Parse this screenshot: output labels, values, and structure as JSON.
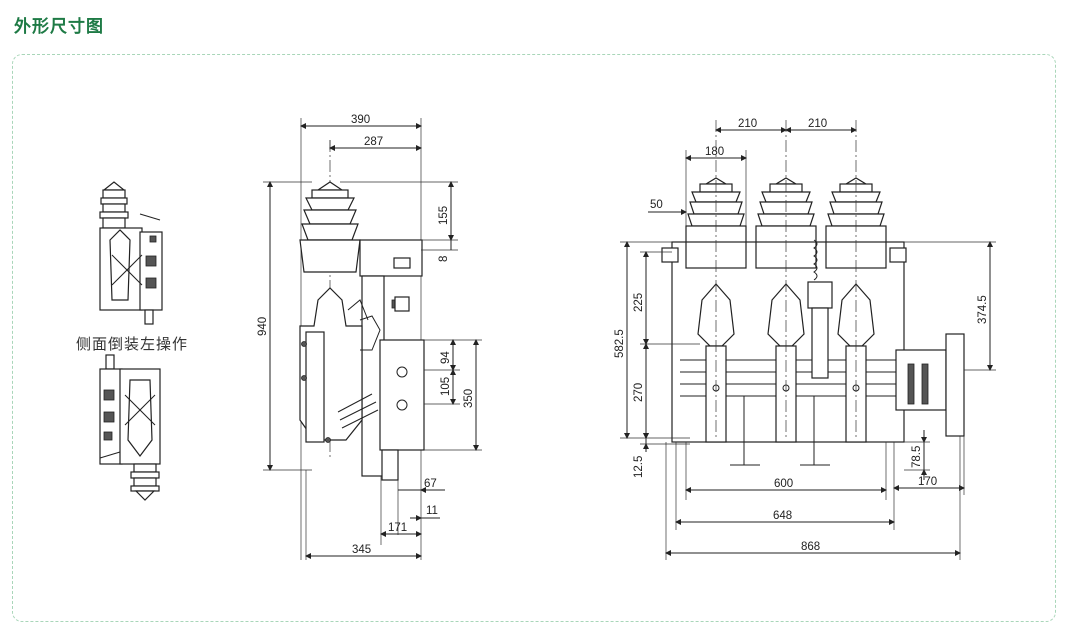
{
  "title": "外形尺寸图",
  "caption": "侧面倒装左操作",
  "side_view": {
    "d390": "390",
    "d287": "287",
    "d155": "155",
    "d8": "8",
    "d940": "940",
    "d94": "94",
    "d105": "105",
    "d350": "350",
    "d67": "67",
    "d11": "11",
    "d171": "171",
    "d345": "345"
  },
  "front_view": {
    "d210a": "210",
    "d210b": "210",
    "d180": "180",
    "d50": "50",
    "d225": "225",
    "d5825": "582.5",
    "d270": "270",
    "d125": "12.5",
    "d3745": "374.5",
    "d785": "78.5",
    "d170": "170",
    "d600": "600",
    "d648": "648",
    "d868": "868"
  }
}
